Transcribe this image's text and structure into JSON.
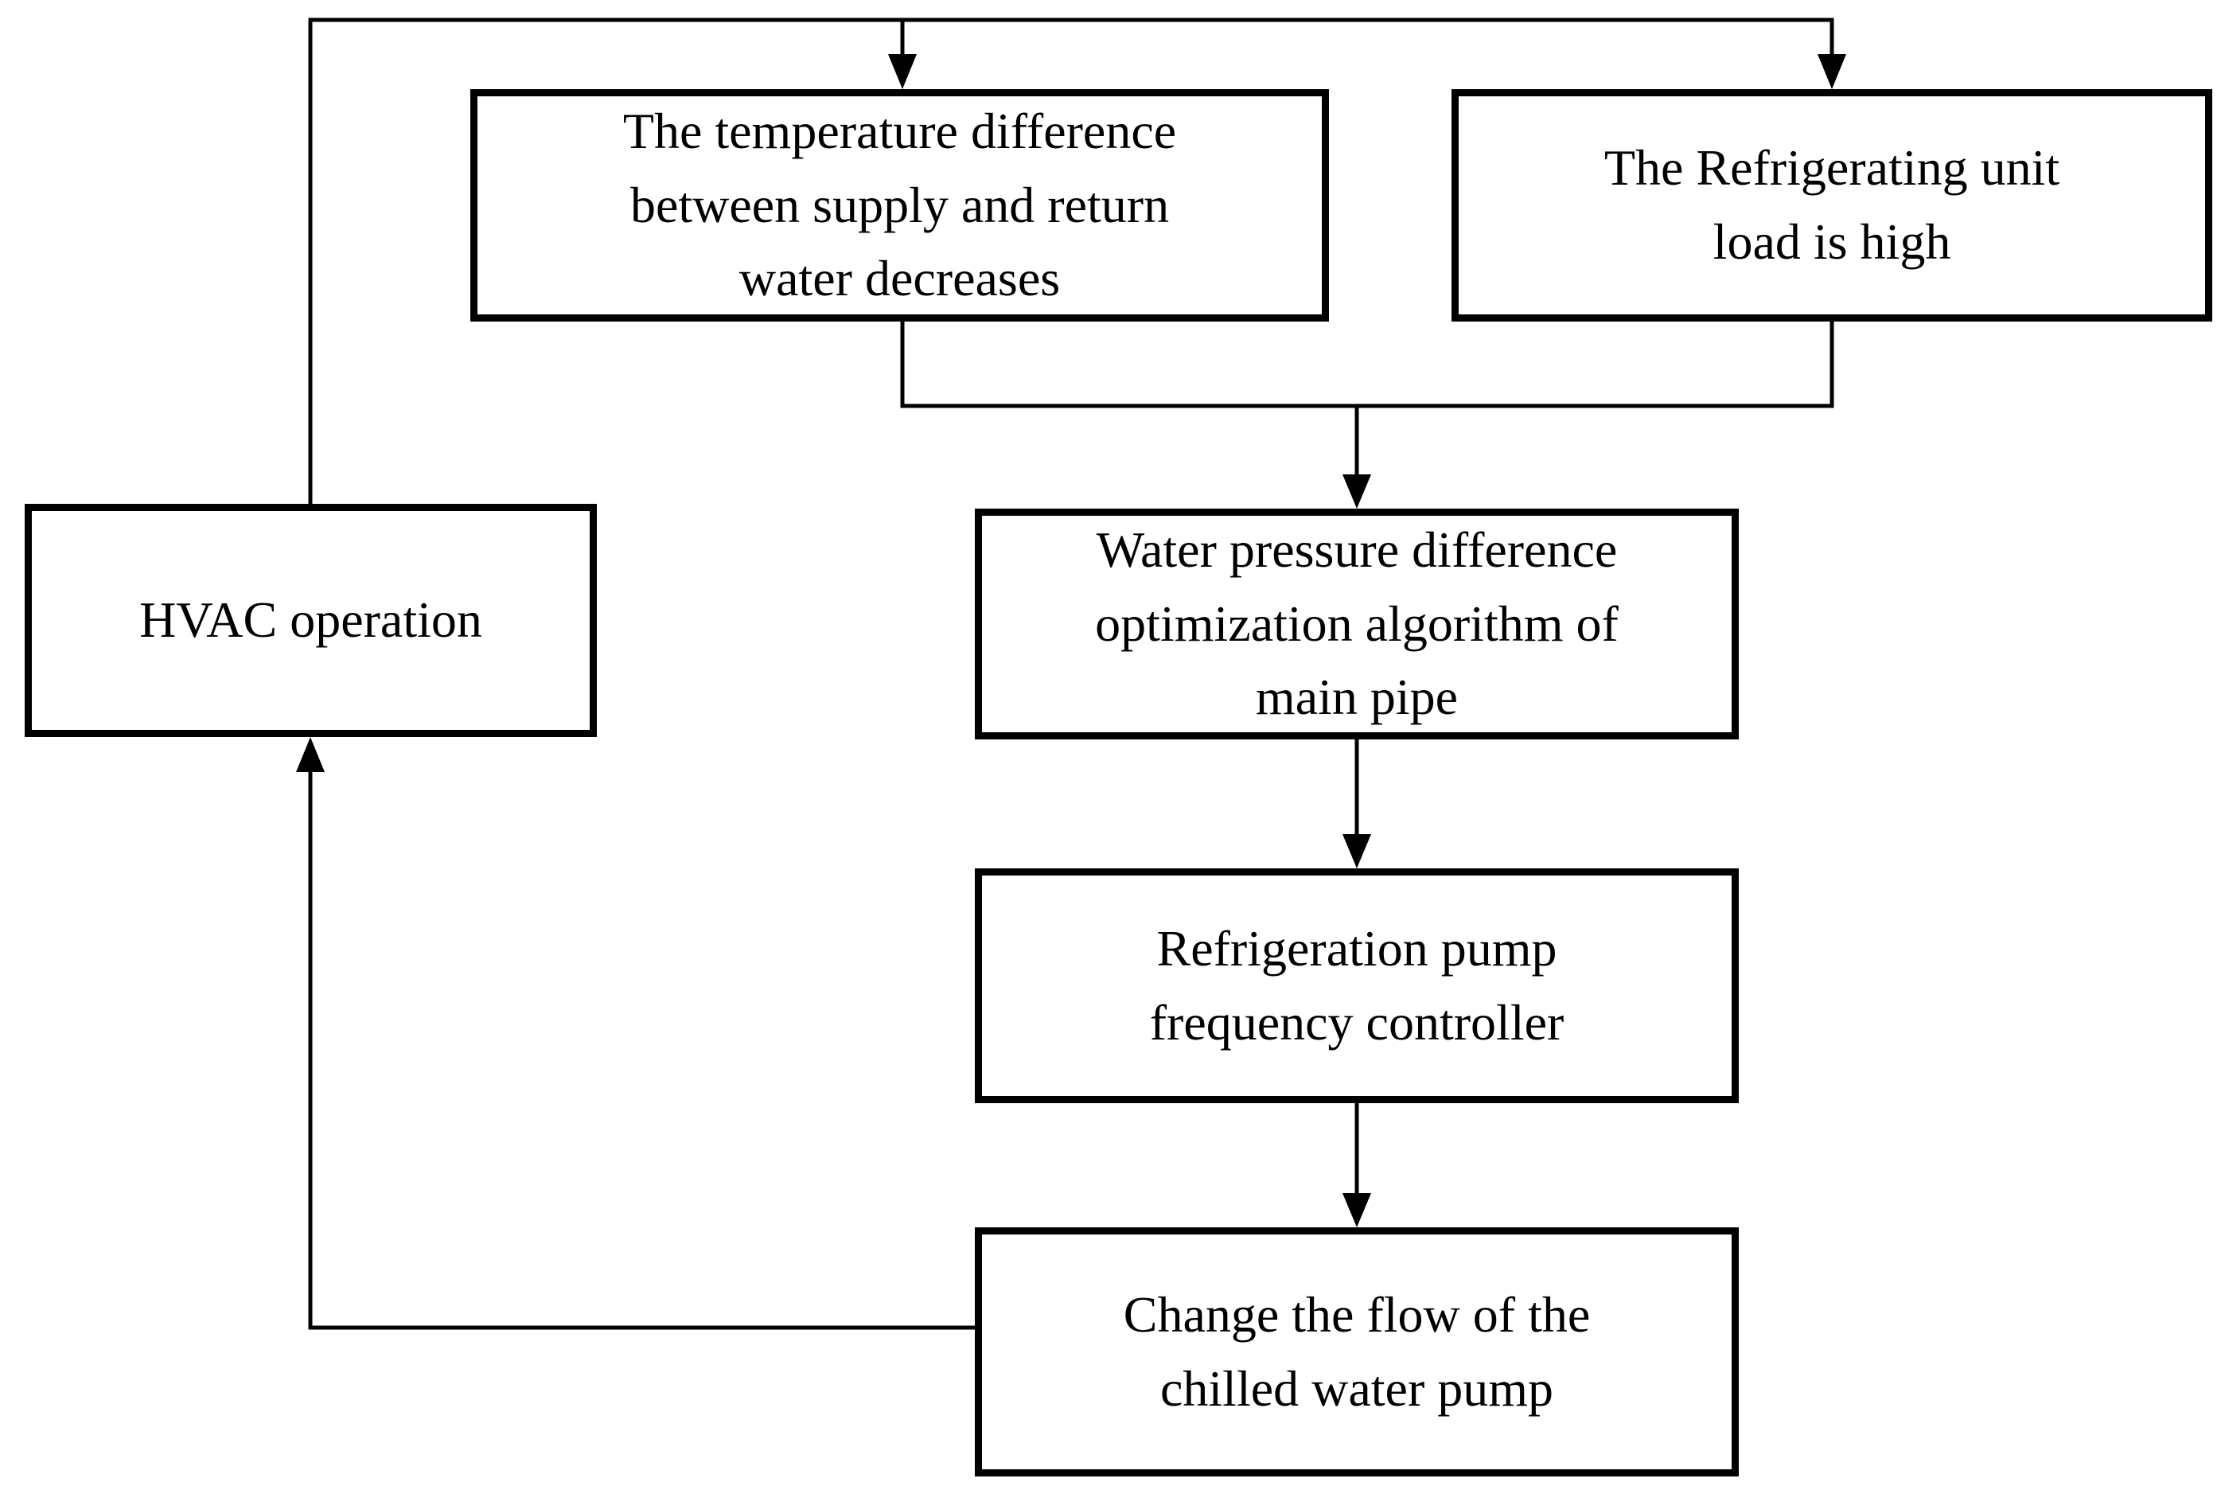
{
  "diagram": {
    "background_color": "#ffffff",
    "line_color": "#000000",
    "box_border_color": "#000000",
    "text_color": "#000000",
    "nodes": {
      "hvac": {
        "label": "HVAC operation"
      },
      "temp_diff": {
        "lines": [
          "The temperature difference",
          "between supply and return",
          "water decreases"
        ]
      },
      "refrigerating_unit": {
        "lines": [
          "The Refrigerating unit",
          "load is high"
        ]
      },
      "algorithm": {
        "lines": [
          "Water pressure difference",
          "optimization algorithm of",
          "main pipe"
        ]
      },
      "controller": {
        "lines": [
          "Refrigeration pump",
          "frequency controller"
        ]
      },
      "change_flow": {
        "lines": [
          "Change the flow of the",
          "chilled water pump"
        ]
      }
    },
    "edges": [
      {
        "from": "hvac",
        "to": "temp_diff",
        "arrow": true
      },
      {
        "from": "hvac",
        "to": "refrigerating_unit",
        "arrow": true
      },
      {
        "from": "temp_diff",
        "to": "algorithm",
        "arrow": true
      },
      {
        "from": "refrigerating_unit",
        "to": "algorithm",
        "arrow": true
      },
      {
        "from": "algorithm",
        "to": "controller",
        "arrow": true
      },
      {
        "from": "controller",
        "to": "change_flow",
        "arrow": true
      },
      {
        "from": "change_flow",
        "to": "hvac",
        "arrow": true
      }
    ]
  }
}
